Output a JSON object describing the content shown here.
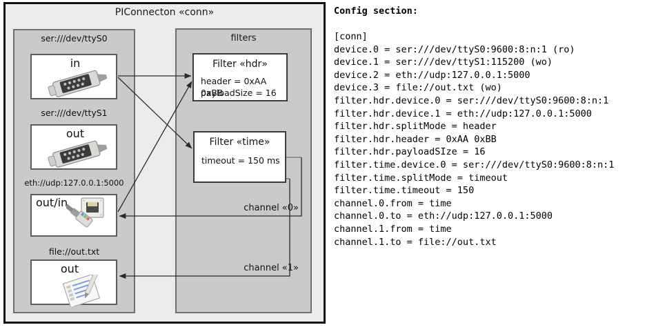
{
  "diagram": {
    "title": "PIConnecton «conn»",
    "devices_panel": {
      "items": [
        {
          "label": "ser:///dev/ttyS0",
          "io": "in",
          "icon": "serial-port-icon"
        },
        {
          "label": "ser:///dev/ttyS1",
          "io": "out",
          "icon": "serial-port-icon"
        },
        {
          "label": "eth://udp:127.0.0.1:5000",
          "io": "out/in",
          "icon": "ethernet-icon"
        },
        {
          "label": "file://out.txt",
          "io": "out",
          "icon": "text-file-icon"
        }
      ]
    },
    "filters_panel": {
      "title": "filters",
      "filters": [
        {
          "title": "Filter «hdr»",
          "props": [
            "header = 0xAA 0xBB",
            "payloadSize = 16"
          ]
        },
        {
          "title": "Filter «time»",
          "props": [
            "timeout = 150 ms"
          ]
        }
      ],
      "channels": [
        {
          "label": "channel «0»"
        },
        {
          "label": "channel «1»"
        }
      ]
    },
    "colors": {
      "background": "#ececec",
      "panel": "#cacaca",
      "frame_border": "#111111",
      "panel_border": "#6f6f6f",
      "box_border": "#5c5c5c",
      "wire": "#333333"
    }
  },
  "config": {
    "heading": "Config section:",
    "lines": "[conn]\ndevice.0 = ser:///dev/ttyS0:9600:8:n:1 (ro)\ndevice.1 = ser:///dev/ttyS1:115200 (wo)\ndevice.2 = eth://udp:127.0.0.1:5000\ndevice.3 = file://out.txt (wo)\nfilter.hdr.device.0 = ser:///dev/ttyS0:9600:8:n:1\nfilter.hdr.device.1 = eth://udp:127.0.0.1:5000\nfilter.hdr.splitMode = header\nfilter.hdr.header = 0xAA 0xBB\nfilter.hdr.payloadSIze = 16\nfilter.time.device.0 = ser:///dev/ttyS0:9600:8:n:1\nfilter.time.splitMode = timeout\nfilter.time.timeout = 150\nchannel.0.from = time\nchannel.0.to = eth://udp:127.0.0.1:5000\nchannel.1.from = time\nchannel.1.to = file://out.txt"
  }
}
